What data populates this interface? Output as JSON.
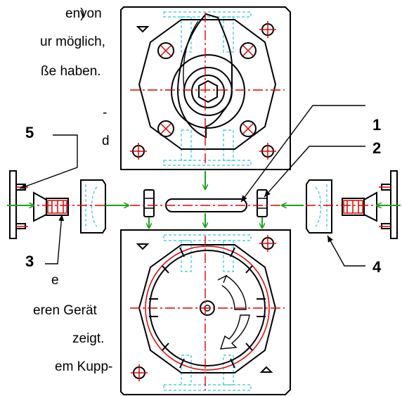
{
  "text_fragments": [
    "en)",
    "von",
    "ur möglich,",
    "ße haben.",
    "-",
    "d",
    "e",
    "eren Gerät",
    "zeigt.",
    "em Kupp-"
  ],
  "callouts": [
    "1",
    "2",
    "3",
    "4",
    "5"
  ],
  "colors": {
    "outline": "#000000",
    "centerline": "#e00000",
    "hidden_edge": "#33c4d8",
    "assembly_arrow": "#1aa31a"
  }
}
